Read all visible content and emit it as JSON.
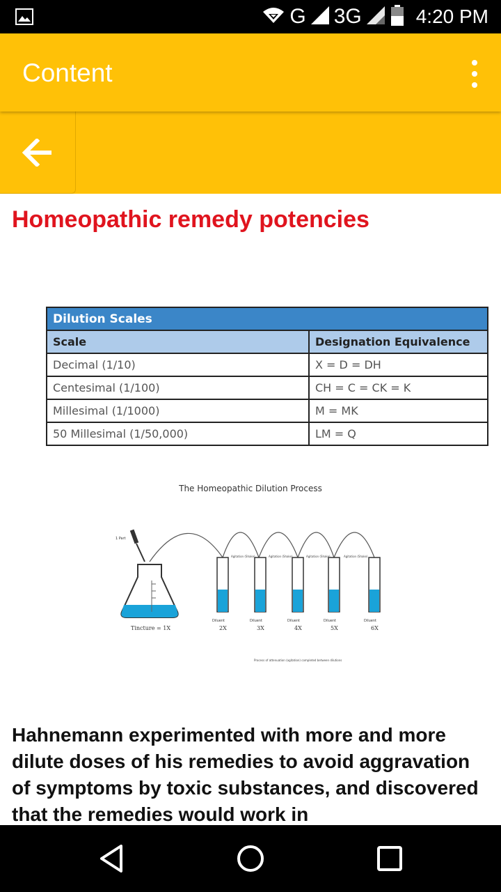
{
  "status_bar": {
    "network": "G",
    "network2": "3G",
    "time": "4:20 PM"
  },
  "app_bar": {
    "title": "Content"
  },
  "article": {
    "heading": "Homeopathic remedy potencies",
    "table": {
      "title": "Dilution Scales",
      "headers": [
        "Scale",
        "Designation Equivalence"
      ],
      "rows": [
        [
          "Decimal (1/10)",
          "X = D = DH"
        ],
        [
          "Centesimal (1/100)",
          "CH = C = CK = K"
        ],
        [
          "Millesimal (1/1000)",
          "M = MK"
        ],
        [
          "50 Millesimal (1/50,000)",
          "LM = Q"
        ]
      ]
    },
    "figure": {
      "title": "The Homeopathic Dilution Process",
      "part_label": "1 Part",
      "tincture_label": "Tincture = 1X",
      "diluent_label": "Diluent",
      "agitation_label": "Agitation (Shake)",
      "tube_labels": [
        "2X",
        "3X",
        "4X",
        "5X",
        "6X"
      ],
      "footnote": "Process of attenuation (agitation) completed between dilutions"
    },
    "body": "Hahnemann experimented with more and more dilute doses of his remedies to avoid aggravation of symptoms by toxic substances, and discovered that the remedies would work in"
  },
  "colors": {
    "accent": "#FFC107",
    "heading": "#E0141E",
    "table_title": "#3B86C8",
    "table_header": "#AECBEA"
  }
}
